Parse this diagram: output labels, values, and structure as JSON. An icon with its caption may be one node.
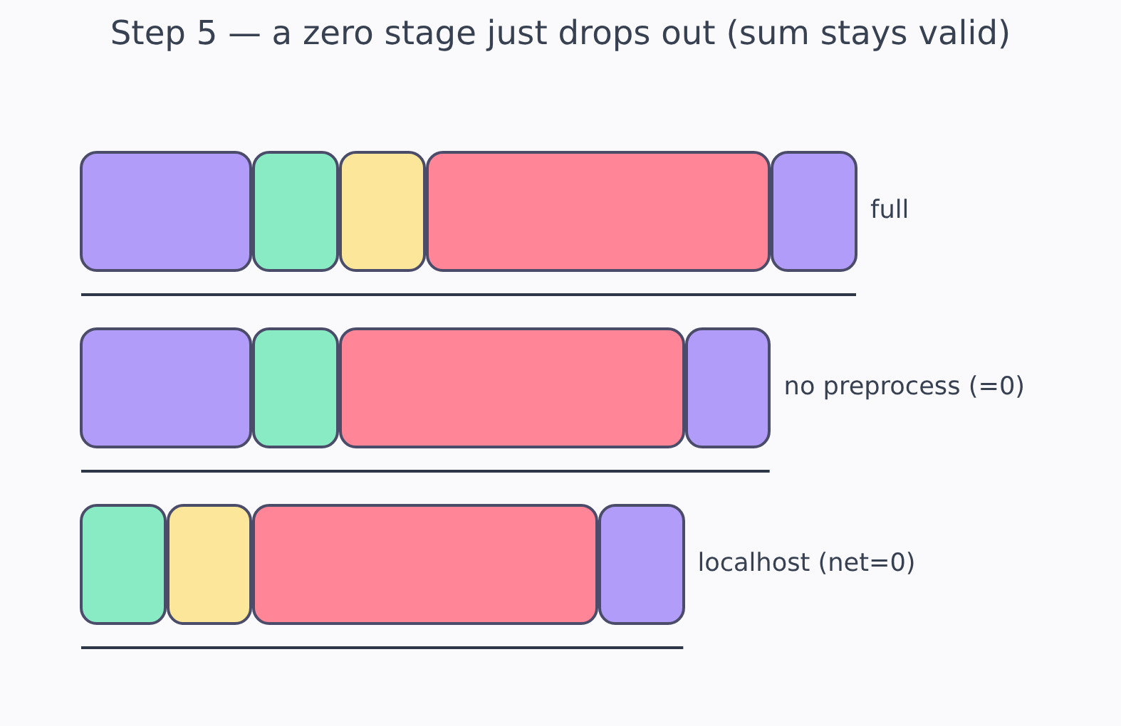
{
  "diagram": {
    "title": "Step 5 — a zero stage just drops out (sum stays valid)",
    "nodes": [
      {
        "text": [],
        "shape": "box"
      },
      {
        "text": [],
        "shape": "box"
      },
      {
        "text": [],
        "shape": "box"
      },
      {
        "text": [],
        "shape": "box"
      },
      {
        "text": [],
        "shape": "box"
      },
      {
        "text": [],
        "shape": "box"
      },
      {
        "text": [],
        "shape": "box"
      },
      {
        "text": [],
        "shape": "box"
      },
      {
        "text": [],
        "shape": "box"
      },
      {
        "text": [],
        "shape": "box"
      },
      {
        "text": [],
        "shape": "box"
      },
      {
        "text": [],
        "shape": "box"
      },
      {
        "text": [],
        "shape": "box"
      }
    ],
    "labels": [
      "full",
      "no preprocess (=0)",
      "localhost (net=0)"
    ]
  }
}
